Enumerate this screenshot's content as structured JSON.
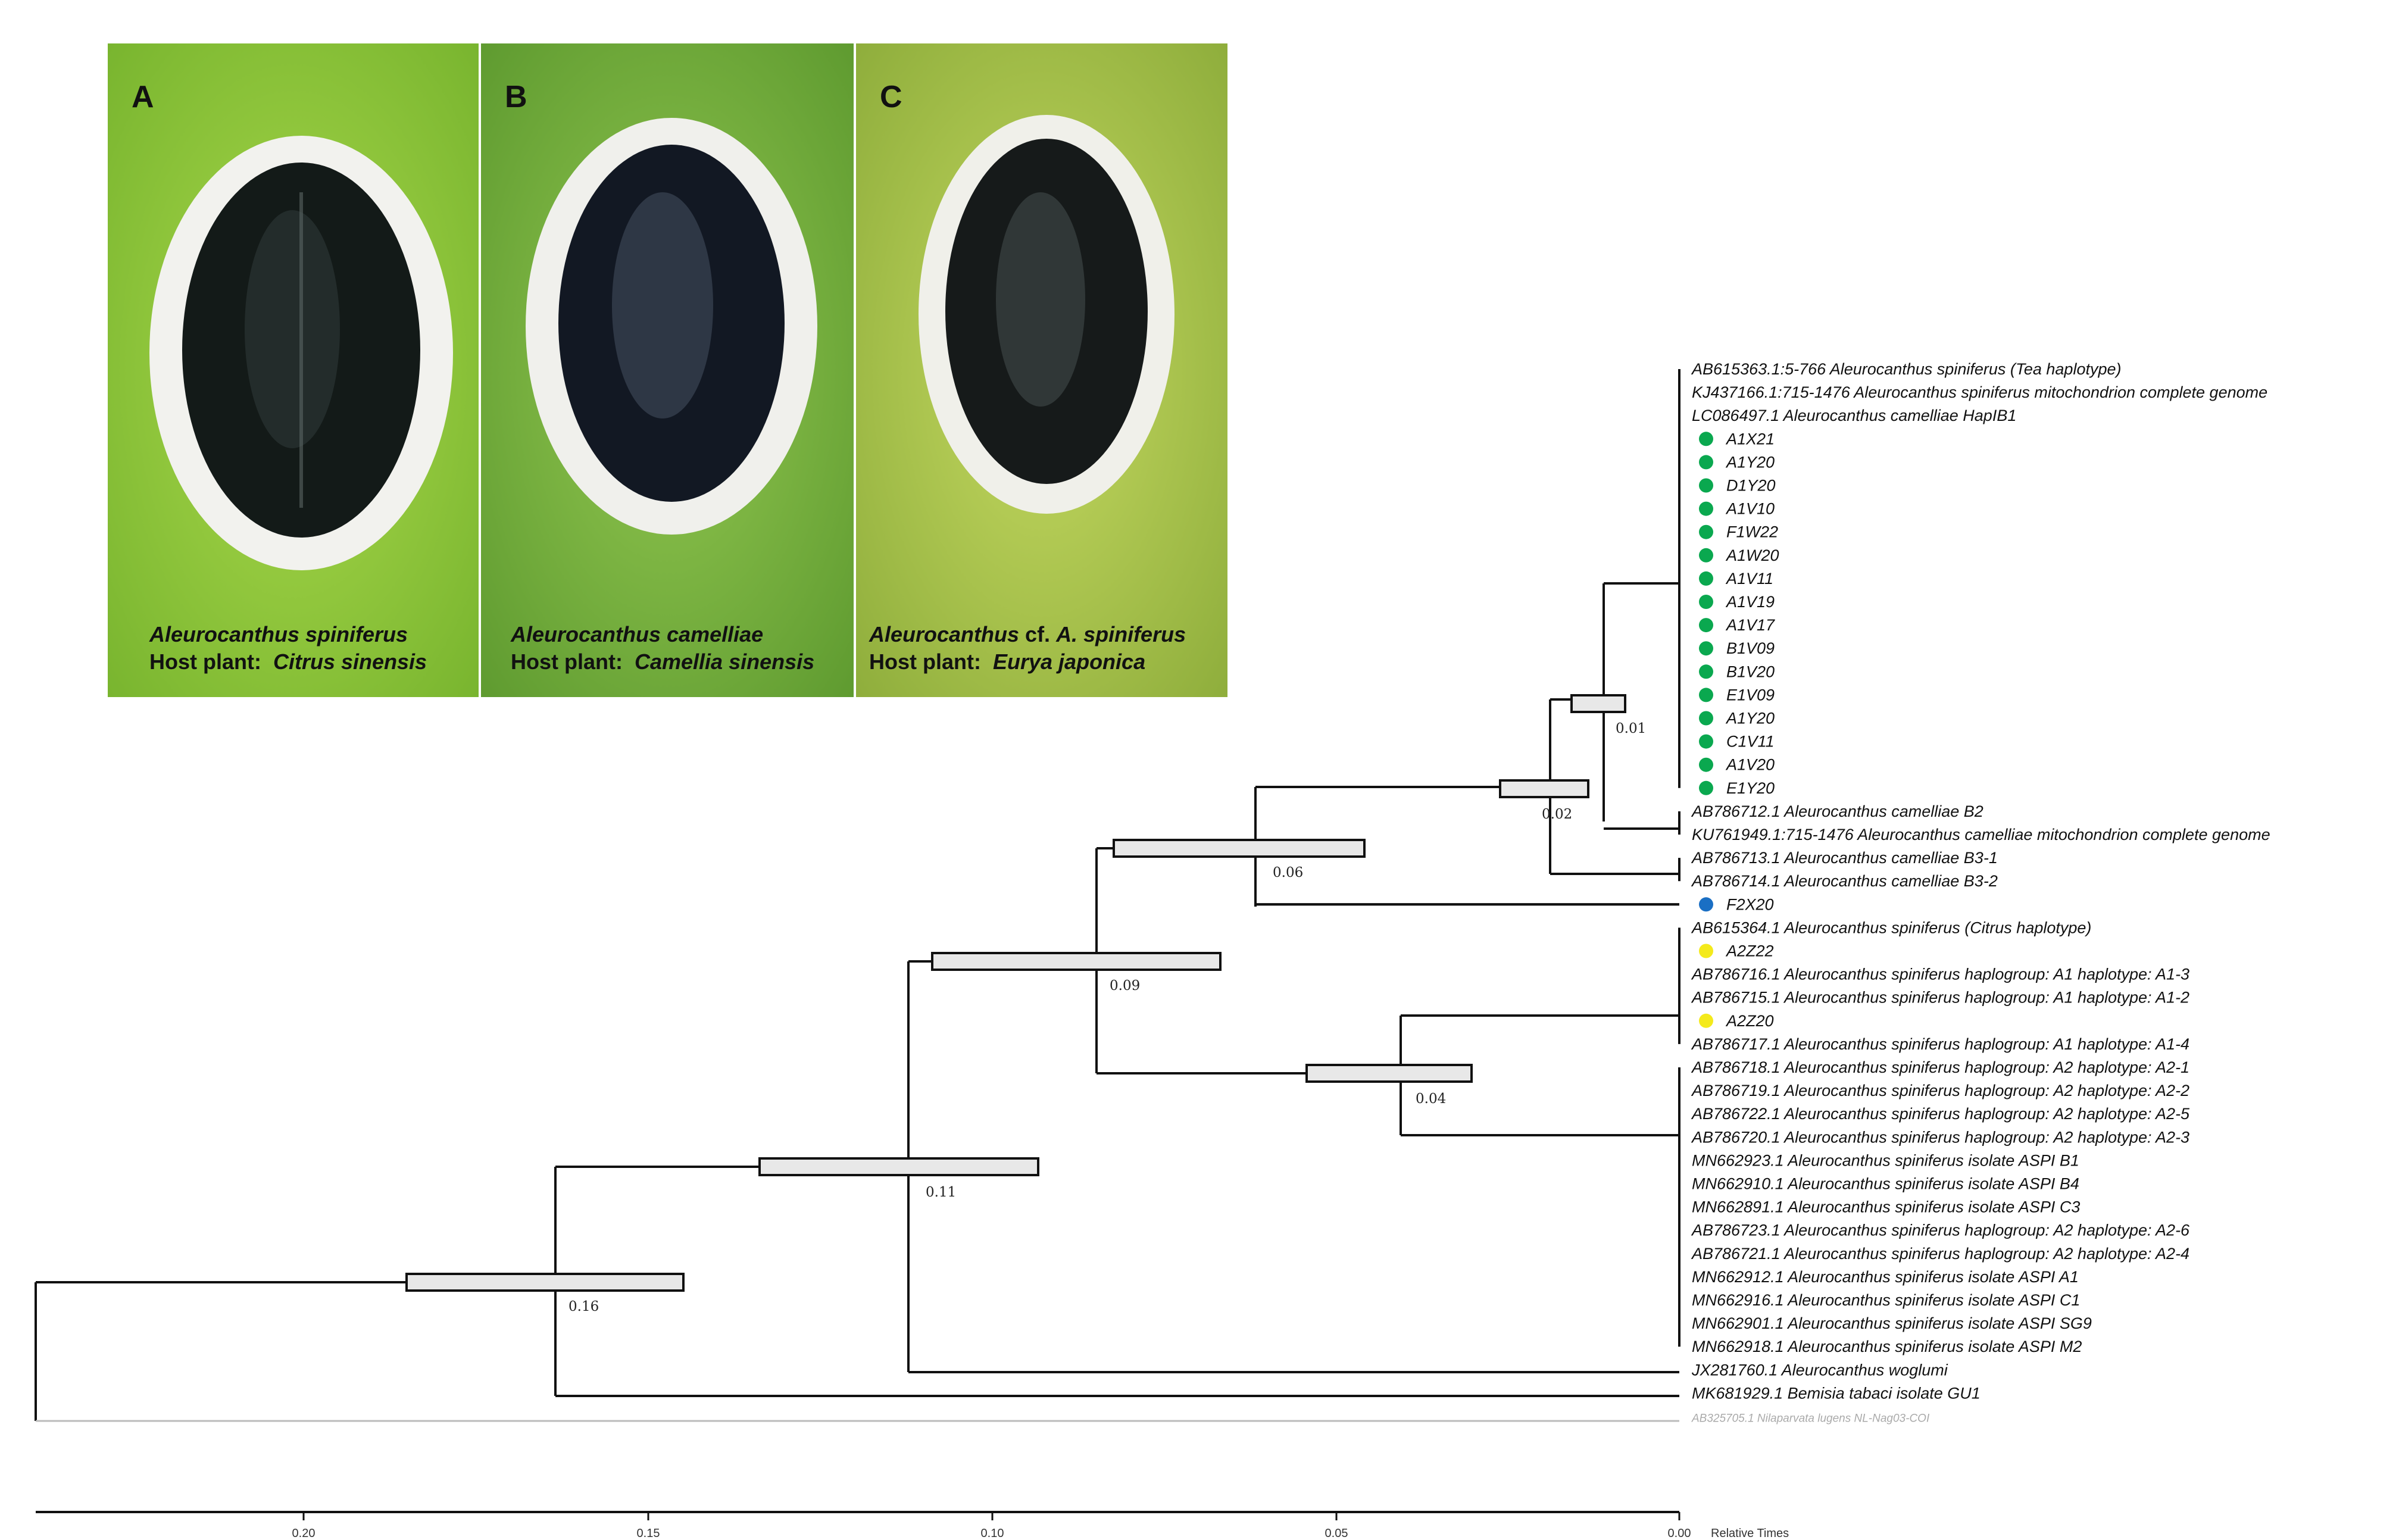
{
  "panels": [
    {
      "letter": "A",
      "species": "Aleurocanthus  spiniferus",
      "host_label": "Host plant:",
      "host": "Citrus sinensis"
    },
    {
      "letter": "B",
      "species": "Aleurocanthus  camelliae",
      "host_label": "Host plant:",
      "host": "Camellia sinensis"
    },
    {
      "letter": "C",
      "species_genus": "Aleurocanthus",
      "species_mid": " cf. ",
      "species_rest": "A. spiniferus",
      "host_label": "Host plant:",
      "host": "Eurya japonica"
    }
  ],
  "tree": {
    "tips": [
      {
        "label": "AB615363.1:5-766 Aleurocanthus spiniferus (Tea haplotype)"
      },
      {
        "label": "KJ437166.1:715-1476 Aleurocanthus spiniferus mitochondrion complete genome"
      },
      {
        "label": "LC086497.1 Aleurocanthus camelliae HapIB1"
      },
      {
        "label": "A1X21",
        "marker": "green"
      },
      {
        "label": "A1Y20",
        "marker": "green"
      },
      {
        "label": "D1Y20",
        "marker": "green"
      },
      {
        "label": "A1V10",
        "marker": "green"
      },
      {
        "label": "F1W22",
        "marker": "green"
      },
      {
        "label": "A1W20",
        "marker": "green"
      },
      {
        "label": "A1V11",
        "marker": "green"
      },
      {
        "label": "A1V19",
        "marker": "green"
      },
      {
        "label": "A1V17",
        "marker": "green"
      },
      {
        "label": "B1V09",
        "marker": "green"
      },
      {
        "label": "B1V20",
        "marker": "green"
      },
      {
        "label": "E1V09",
        "marker": "green"
      },
      {
        "label": "A1Y20",
        "marker": "green"
      },
      {
        "label": "C1V11",
        "marker": "green"
      },
      {
        "label": "A1V20",
        "marker": "green"
      },
      {
        "label": "E1Y20",
        "marker": "green"
      },
      {
        "label": "AB786712.1 Aleurocanthus camelliae B2"
      },
      {
        "label": "KU761949.1:715-1476 Aleurocanthus camelliae mitochondrion complete genome"
      },
      {
        "label": "AB786713.1 Aleurocanthus camelliae B3-1"
      },
      {
        "label": "AB786714.1 Aleurocanthus camelliae B3-2"
      },
      {
        "label": "F2X20",
        "marker": "blue"
      },
      {
        "label": "AB615364.1 Aleurocanthus spiniferus (Citrus haplotype)"
      },
      {
        "label": "A2Z22",
        "marker": "yellow"
      },
      {
        "label": "AB786716.1 Aleurocanthus spiniferus haplogroup: A1 haplotype: A1-3"
      },
      {
        "label": "AB786715.1 Aleurocanthus spiniferus haplogroup: A1 haplotype: A1-2"
      },
      {
        "label": "A2Z20",
        "marker": "yellow"
      },
      {
        "label": "AB786717.1 Aleurocanthus spiniferus haplogroup: A1 haplotype: A1-4"
      },
      {
        "label": "AB786718.1 Aleurocanthus spiniferus haplogroup: A2 haplotype: A2-1"
      },
      {
        "label": "AB786719.1 Aleurocanthus spiniferus haplogroup: A2 haplotype: A2-2"
      },
      {
        "label": "AB786722.1 Aleurocanthus spiniferus haplogroup: A2 haplotype: A2-5"
      },
      {
        "label": "AB786720.1 Aleurocanthus spiniferus haplogroup: A2 haplotype: A2-3"
      },
      {
        "label": "MN662923.1 Aleurocanthus spiniferus isolate ASPI B1"
      },
      {
        "label": "MN662910.1 Aleurocanthus spiniferus isolate ASPI B4"
      },
      {
        "label": "MN662891.1 Aleurocanthus spiniferus isolate ASPI C3"
      },
      {
        "label": "AB786723.1 Aleurocanthus spiniferus haplogroup: A2 haplotype: A2-6"
      },
      {
        "label": "AB786721.1 Aleurocanthus spiniferus haplogroup: A2 haplotype: A2-4"
      },
      {
        "label": "MN662912.1 Aleurocanthus spiniferus isolate ASPI A1"
      },
      {
        "label": "MN662916.1 Aleurocanthus spiniferus isolate ASPI C1"
      },
      {
        "label": "MN662901.1 Aleurocanthus spiniferus isolate ASPI SG9"
      },
      {
        "label": "MN662918.1 Aleurocanthus spiniferus isolate ASPI M2"
      },
      {
        "label": "JX281760.1 Aleurocanthus woglumi"
      },
      {
        "label": "MK681929.1 Bemisia tabaci isolate GU1"
      },
      {
        "label": "AB325705.1 Nilaparvata lugens NL-Nag03-COI",
        "faint": true
      }
    ],
    "node_ages": [
      "0.01",
      "0.02",
      "0.06",
      "0.09",
      "0.04",
      "0.11",
      "0.16"
    ],
    "axis": {
      "ticks": [
        "0.20",
        "0.15",
        "0.10",
        "0.05",
        "0.00"
      ],
      "label": "Relative Times"
    },
    "marker_colors": {
      "green": "#0aa84f",
      "blue": "#1a6fc4",
      "yellow": "#f4ea1c"
    }
  }
}
